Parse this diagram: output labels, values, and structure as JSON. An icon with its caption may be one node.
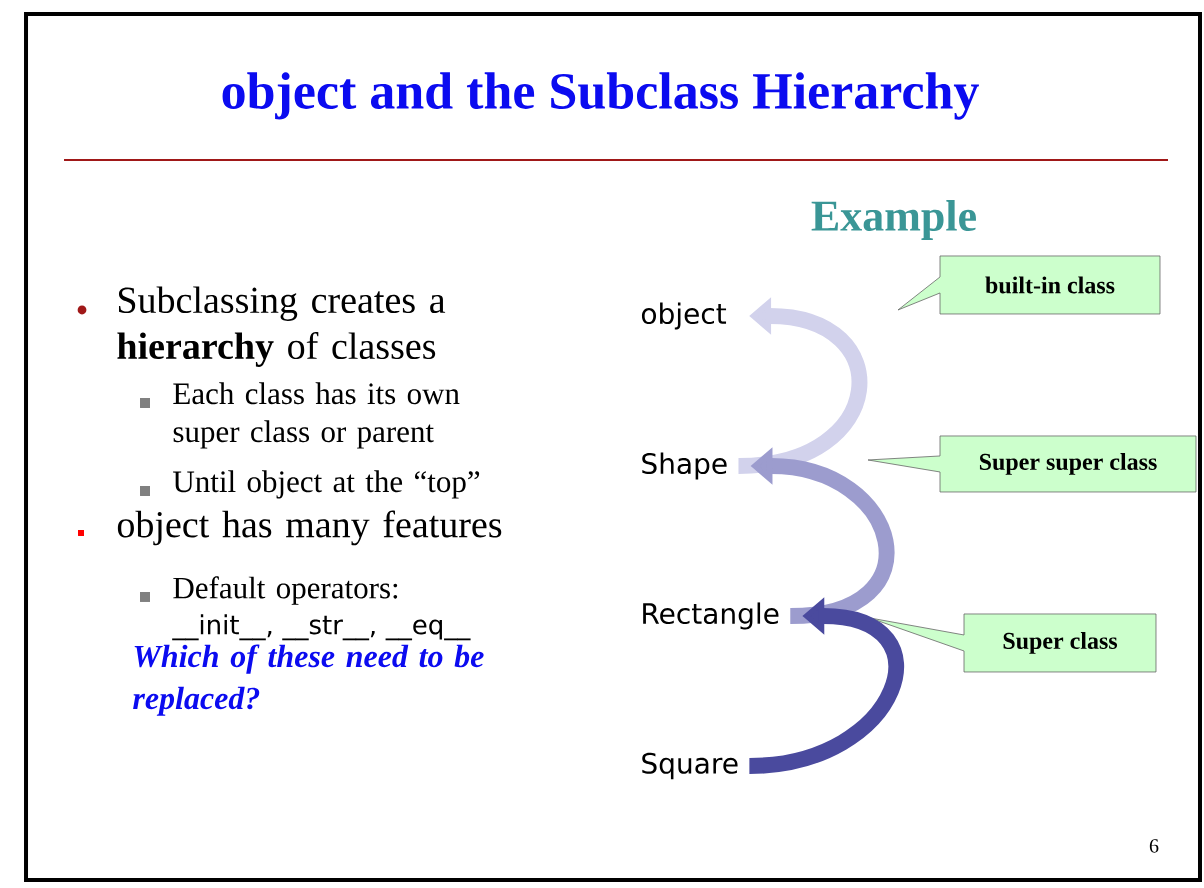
{
  "diagram": {
    "title": "object and the Subclass Hierarchy",
    "nodes": [
      {
        "text": [
          "object"
        ]
      },
      {
        "text": [
          "Shape"
        ]
      },
      {
        "text": [
          "Rectangle"
        ]
      },
      {
        "text": [
          "Square"
        ]
      },
      {
        "text": [
          "built-in class"
        ]
      },
      {
        "text": [
          "Super super class"
        ]
      },
      {
        "text": [
          "Super class"
        ]
      }
    ],
    "edges": [
      {
        "from": 3,
        "to": 2,
        "arrow": "to",
        "color": "#4a4a9e"
      },
      {
        "from": 2,
        "to": 1,
        "arrow": "to",
        "color": "#9c9cce"
      },
      {
        "from": 1,
        "to": 0,
        "arrow": "to",
        "color": "#d2d2ec"
      }
    ],
    "labels": [
      "Subclassing creates a **hierarchy** of classes",
      "Each class has its own super class or parent",
      "Until object at the “top”",
      "object has many features",
      "Default operators:",
      "__init__, __str__, __eq__",
      "Which of these need to be replaced?",
      "Example",
      "6"
    ]
  }
}
